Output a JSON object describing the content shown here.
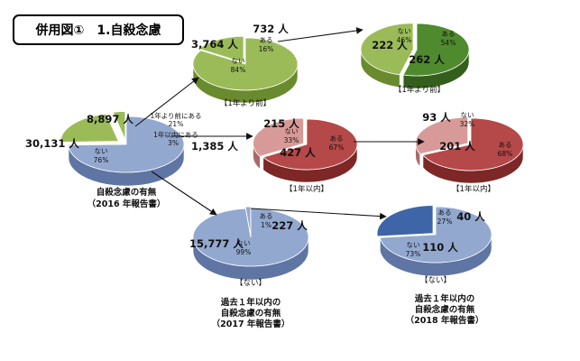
{
  "figure_label": "併用図①　1.自殺念慮",
  "colors": {
    "green_top": "#9bbb59",
    "green_side": "#6a8a2e",
    "red_top": "#b54848",
    "red_side": "#7d2727",
    "blue_top": "#93a8cf",
    "blue_side": "#5f75a3",
    "blue_dark_top": "#3e65a8",
    "blue_dark_side": "#264480",
    "green_dark_top": "#4f8a2e",
    "green_dark_side": "#345e1c",
    "red_light_top": "#d89a98",
    "red_light_side": "#a86a68"
  },
  "chart_data": [
    {
      "type": "pie",
      "caption": [
        "自殺念慮の有無",
        "（2016 年報告書）"
      ],
      "slices": [
        {
          "label": "ない",
          "value": 30131,
          "count_text": "30,131 人",
          "share_text": "76%"
        },
        {
          "label": "1年より前にある",
          "value": 8897,
          "count_text": "8,897 人",
          "share_text": "21%"
        },
        {
          "label": "1年以内にある",
          "value": 1385,
          "count_text": "1,385 人",
          "share_text": "3%"
        }
      ]
    },
    {
      "type": "pie",
      "caption": [
        "【1年より前】"
      ],
      "slices": [
        {
          "label": "ない",
          "value": 3764,
          "count_text": "3,764 人",
          "share_text": "84%"
        },
        {
          "label": "ある",
          "value": 732,
          "count_text": "732 人",
          "share_text": "16%"
        }
      ]
    },
    {
      "type": "pie",
      "caption": [
        "【1年以内】"
      ],
      "slices": [
        {
          "label": "ある",
          "value": 427,
          "count_text": "427 人",
          "share_text": "67%"
        },
        {
          "label": "ない",
          "value": 215,
          "count_text": "215 人",
          "share_text": "33%"
        }
      ]
    },
    {
      "type": "pie",
      "caption": [
        "【ない】",
        "過去１年以内の",
        "自殺念慮の有無",
        "（2017 年報告書）"
      ],
      "slices": [
        {
          "label": "ない",
          "value": 15777,
          "count_text": "15,777 人",
          "share_text": "99%"
        },
        {
          "label": "ある",
          "value": 227,
          "count_text": "227 人",
          "share_text": "1%"
        }
      ]
    },
    {
      "type": "pie",
      "caption": [
        "【1年より前】"
      ],
      "slices": [
        {
          "label": "ある",
          "value": 262,
          "count_text": "262 人",
          "share_text": "54%"
        },
        {
          "label": "ない",
          "value": 222,
          "count_text": "222 人",
          "share_text": "46%"
        }
      ]
    },
    {
      "type": "pie",
      "caption": [
        "【1年以内】"
      ],
      "slices": [
        {
          "label": "ある",
          "value": 201,
          "count_text": "201 人",
          "share_text": "68%"
        },
        {
          "label": "ない",
          "value": 93,
          "count_text": "93 人",
          "share_text": "32%"
        }
      ]
    },
    {
      "type": "pie",
      "caption": [
        "【ない】",
        "過去１年以内の",
        "自殺念慮の有無",
        "（2018 年報告書）"
      ],
      "slices": [
        {
          "label": "ない",
          "value": 110,
          "count_text": "110 人",
          "share_text": "73%"
        },
        {
          "label": "ある",
          "value": 40,
          "count_text": "40 人",
          "share_text": "27%"
        }
      ]
    }
  ]
}
